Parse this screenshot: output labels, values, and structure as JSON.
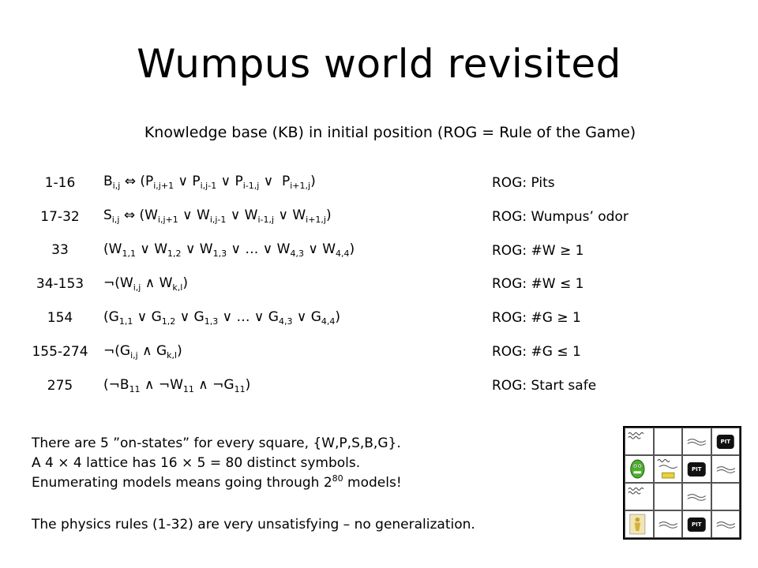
{
  "title": "Wumpus world revisited",
  "subtitle": "Knowledge base (KB) in initial position (ROG = Rule of the Game)",
  "rows": [
    {
      "num": "1-16",
      "rog": "ROG: Pits"
    },
    {
      "num": "17-32",
      "rog": "ROG: Wumpus’ odor"
    },
    {
      "num": "33",
      "rog": "ROG: #W ≥ 1"
    },
    {
      "num": "34-153",
      "rog": "ROG: #W ≤ 1"
    },
    {
      "num": "154",
      "rog": "ROG: #G ≥ 1"
    },
    {
      "num": "155-274",
      "rog": "ROG: #G ≤ 1"
    },
    {
      "num": "275",
      "rog": "ROG: Start safe"
    }
  ],
  "formulas": {
    "f1": {
      "B": "B",
      "ij": "i,j",
      "iff": "⇔",
      "P": "P",
      "s1": "i,j+1",
      "s2": "i,j-1",
      "s3": "i-1,j",
      "s4": "i+1,j",
      "or": "∨",
      "lp": "(",
      "rp": ")"
    },
    "f2": {
      "S": "S",
      "ij": "i,j",
      "iff": "⇔",
      "W": "W",
      "s1": "i,j+1",
      "s2": "i,j-1",
      "s3": "i-1,j",
      "s4": "i+1,j",
      "or": "∨",
      "lp": "(",
      "rp": ")"
    },
    "f3": {
      "W": "W",
      "s1": "1,1",
      "s2": "1,2",
      "s3": "1,3",
      "dots": "…",
      "s4": "4,3",
      "s5": "4,4",
      "or": "∨",
      "lp": "(",
      "rp": ")"
    },
    "f4": {
      "neg": "¬(",
      "W": "W",
      "s1": "i,j",
      "and": "∧",
      "s2": "k,l",
      "rp": ")"
    },
    "f5": {
      "G": "G",
      "s1": "1,1",
      "s2": "1,2",
      "s3": "1,3",
      "dots": "…",
      "s4": "4,3",
      "s5": "4,4",
      "or": "∨",
      "lp": "(",
      "rp": ")"
    },
    "f6": {
      "neg": "¬(",
      "G": "G",
      "s1": "i,j",
      "and": "∧",
      "s2": "k,l",
      "rp": ")"
    },
    "f7": {
      "lp": "(¬",
      "B": "B",
      "W": "W",
      "G": "G",
      "s": "11",
      "and": "∧",
      "negc": "¬",
      "rp": ")"
    }
  },
  "notes": {
    "line1": "There are 5 ”on-states” for every square, {W,P,S,B,G}.",
    "line2": "A 4 × 4 lattice has 16 × 5 = 80 distinct symbols.",
    "line3_pre": "Enumerating models means going through 2",
    "line3_exp": "80",
    "line3_post": " models!",
    "line4": "The physics rules (1-32) are very unsatisfying – no generalization."
  },
  "grid_labels": {
    "pit": "PIT"
  },
  "colors": {
    "wumpus": "#4caf2a",
    "gold": "#e8d23a",
    "agent": "#e0c050"
  }
}
